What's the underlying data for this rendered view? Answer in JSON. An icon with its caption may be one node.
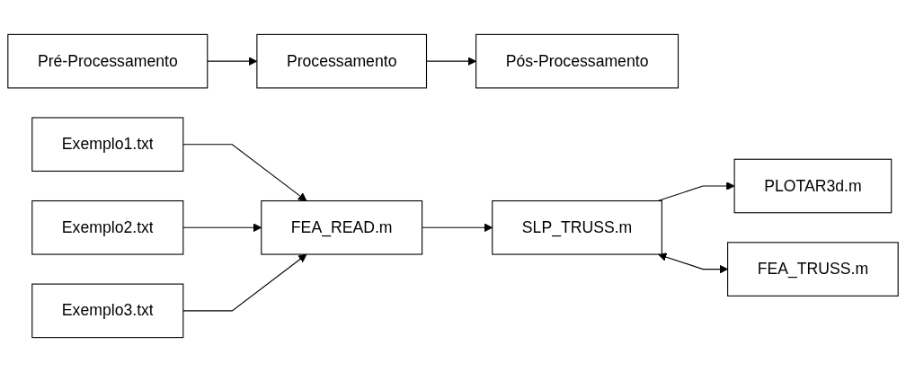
{
  "diagram": {
    "nodes": [
      {
        "text": [
          "Pré-Processamento"
        ]
      },
      {
        "text": [
          "Processamento"
        ]
      },
      {
        "text": [
          "Pós-Processamento"
        ]
      },
      {
        "text": [
          "Exemplo1.txt"
        ]
      },
      {
        "text": [
          "Exemplo2.txt"
        ]
      },
      {
        "text": [
          "Exemplo3.txt"
        ]
      },
      {
        "text": [
          "FEA_READ.m"
        ]
      },
      {
        "text": [
          "SLP_TRUSS.m"
        ]
      },
      {
        "text": [
          "PLOTAR3d.m"
        ]
      },
      {
        "text": [
          "FEA_TRUSS.m"
        ]
      }
    ],
    "edges": [
      {
        "from": 0,
        "to": 1,
        "arrow": "to"
      },
      {
        "from": 1,
        "to": 2,
        "arrow": "to"
      },
      {
        "from": 3,
        "to": 6,
        "arrow": "to"
      },
      {
        "from": 4,
        "to": 6,
        "arrow": "to"
      },
      {
        "from": 5,
        "to": 6,
        "arrow": "to"
      },
      {
        "from": 6,
        "to": 7,
        "arrow": "to"
      },
      {
        "from": 7,
        "to": 8,
        "arrow": "to"
      },
      {
        "from": 7,
        "to": 9,
        "arrow": "both"
      }
    ]
  }
}
